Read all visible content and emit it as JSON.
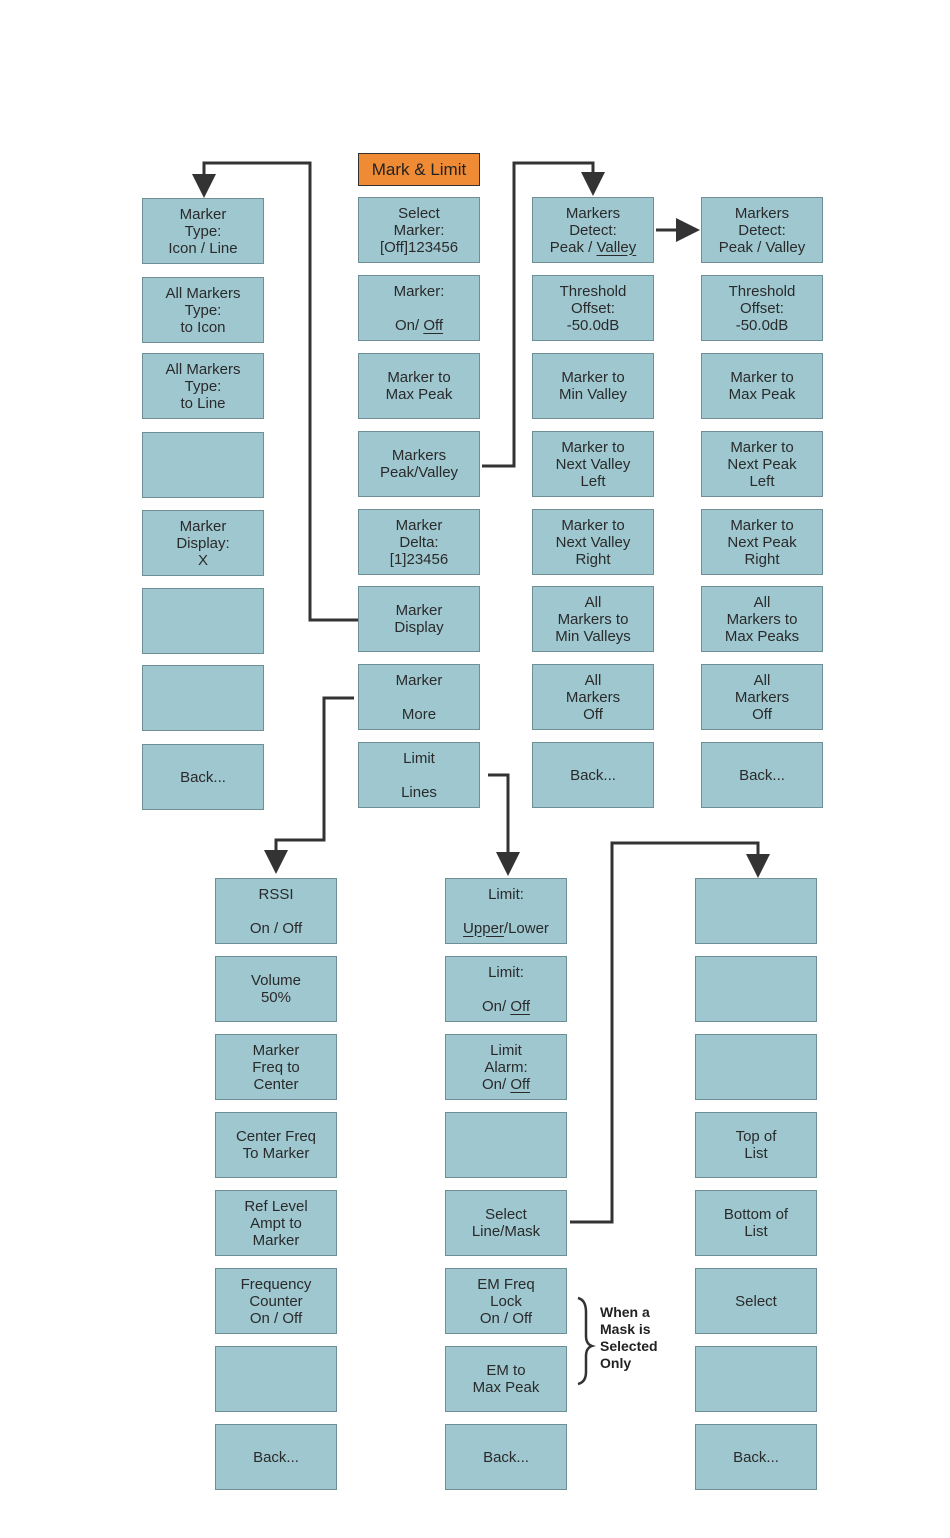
{
  "title": "Mark & Limit",
  "note": [
    "When a",
    "Mask is",
    "Selected",
    "Only"
  ],
  "columns": {
    "marker_type": [
      [
        "Marker",
        "Type:",
        "Icon / Line"
      ],
      [
        "All Markers",
        "Type:",
        "to Icon"
      ],
      [
        "All Markers",
        "Type:",
        "to Line"
      ],
      [],
      [
        "Marker",
        "Display:",
        "X"
      ],
      [],
      [],
      [
        "Back..."
      ]
    ],
    "mark_limit": [
      [
        "Select",
        "Marker:",
        "[Off]123456"
      ],
      [
        "Marker:",
        "",
        "On/  Off"
      ],
      [
        "Marker to",
        "Max Peak"
      ],
      [
        "Markers",
        "Peak/Valley"
      ],
      [
        "Marker",
        "Delta:",
        "[1]23456"
      ],
      [
        "Marker",
        "Display"
      ],
      [
        "Marker",
        "",
        "More"
      ],
      [
        "Limit",
        "",
        "Lines"
      ]
    ],
    "valley": [
      [
        "Markers",
        "Detect:",
        "Peak / Valley"
      ],
      [
        "Threshold",
        "Offset:",
        "-50.0dB"
      ],
      [
        "Marker to",
        "Min Valley"
      ],
      [
        "Marker to",
        "Next Valley",
        "Left"
      ],
      [
        "Marker to",
        "Next Valley",
        "Right"
      ],
      [
        "All",
        "Markers to",
        "Min Valleys"
      ],
      [
        "All",
        "Markers",
        "Off"
      ],
      [
        "Back..."
      ]
    ],
    "peak": [
      [
        "Markers",
        "Detect:",
        "Peak / Valley"
      ],
      [
        "Threshold",
        "Offset:",
        "-50.0dB"
      ],
      [
        "Marker to",
        "Max Peak"
      ],
      [
        "Marker to",
        "Next Peak",
        "Left"
      ],
      [
        "Marker to",
        "Next Peak",
        "Right"
      ],
      [
        "All",
        "Markers to",
        "Max Peaks"
      ],
      [
        "All",
        "Markers",
        "Off"
      ],
      [
        "Back..."
      ]
    ],
    "marker_more": [
      [
        "RSSI",
        "",
        "On  /  Off"
      ],
      [
        "Volume",
        "50%"
      ],
      [
        "Marker",
        "Freq to",
        "Center"
      ],
      [
        "Center Freq",
        "To Marker"
      ],
      [
        "Ref Level",
        "Ampt to",
        "Marker"
      ],
      [
        "Frequency",
        "Counter",
        "On / Off"
      ],
      [],
      [
        "Back..."
      ]
    ],
    "limit_lines": [
      [
        "Limit:",
        "",
        "Upper/Lower"
      ],
      [
        "Limit:",
        "",
        "On/  Off"
      ],
      [
        "Limit",
        "Alarm:",
        "On/  Off"
      ],
      [],
      [
        "Select",
        "Line/Mask"
      ],
      [
        "EM Freq",
        "Lock",
        "On / Off"
      ],
      [
        "EM to",
        "Max Peak"
      ],
      [
        "Back..."
      ]
    ],
    "select_list": [
      [],
      [],
      [],
      [
        "Top of",
        "List"
      ],
      [
        "Bottom of",
        "List"
      ],
      [
        "Select"
      ],
      [],
      [
        "Back..."
      ]
    ]
  }
}
